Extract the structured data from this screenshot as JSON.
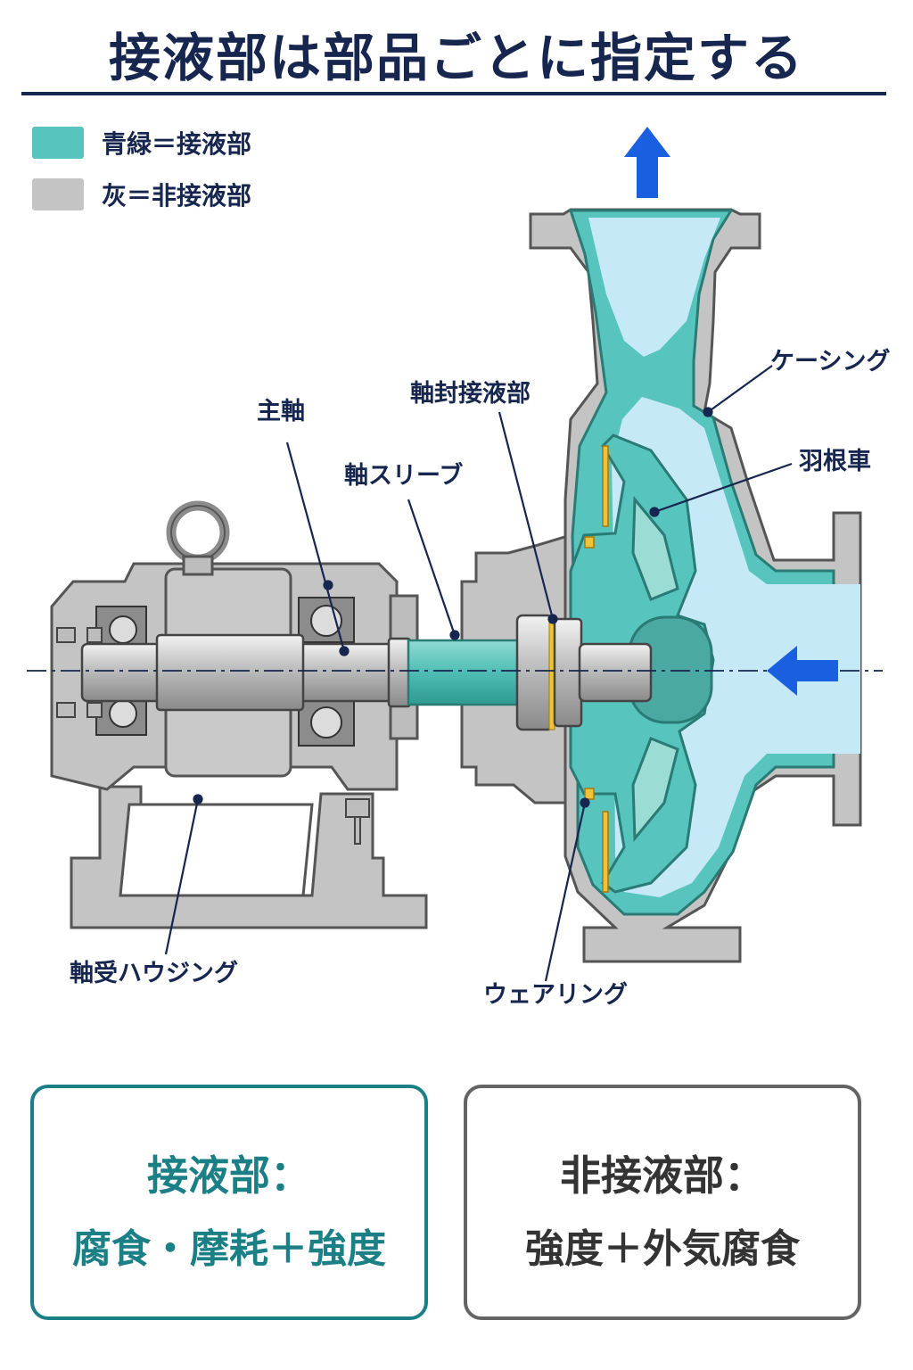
{
  "title": "接液部は部品ごとに指定する",
  "colors": {
    "wetted": "#57c5bd",
    "non_wetted": "#c4c4c4",
    "water": "#c5e9f7",
    "navy": "#16264f",
    "arrow": "#1a5fe0",
    "teal_text": "#1b7f86",
    "gray_text": "#333333",
    "ring": "#f0c23a"
  },
  "legend": [
    {
      "label": "青緑＝接液部",
      "swatch": "#57c5bd"
    },
    {
      "label": "灰＝非接液部",
      "swatch": "#c4c4c4"
    }
  ],
  "labels": {
    "main_shaft": "主軸",
    "shaft_seal_wetted": "軸封接液部",
    "shaft_sleeve": "軸スリーブ",
    "casing": "ケーシング",
    "impeller": "羽根車",
    "bearing_housing": "軸受ハウジング",
    "wear_ring": "ウェアリング"
  },
  "icons": {
    "outlet_arrow": "arrow-up-icon",
    "inlet_arrow": "arrow-left-icon",
    "lifting_eye": "eyebolt-icon"
  },
  "boxes": {
    "wetted": {
      "title": "接液部：",
      "body": "腐食・摩耗＋強度"
    },
    "non_wetted": {
      "title": "非接液部：",
      "body": "強度＋外気腐食"
    }
  }
}
